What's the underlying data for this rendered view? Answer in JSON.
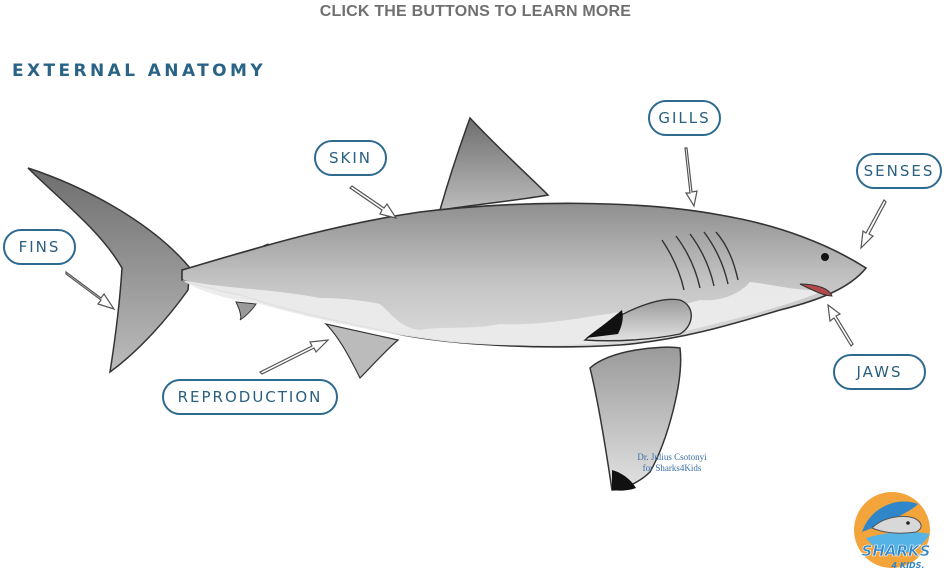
{
  "header": {
    "instructions": "CLICK THE BUTTONS TO LEARN MORE",
    "section_title": "EXTERNAL ANATOMY"
  },
  "buttons": {
    "fins": "FINS",
    "skin": "SKIN",
    "gills": "GILLS",
    "senses": "SENSES",
    "jaws": "JAWS",
    "reproduction": "REPRODUCTION"
  },
  "credit": {
    "line1": "Dr. Julius Csotonyi",
    "line2": "for Sharks4Kids"
  },
  "logo": {
    "line1": "SHARKS",
    "line2": "4 KIDS."
  },
  "colors": {
    "accent": "#2e6a8f",
    "heading": "#2a6386",
    "instructions": "#707070",
    "credit": "#3a6ea5"
  }
}
